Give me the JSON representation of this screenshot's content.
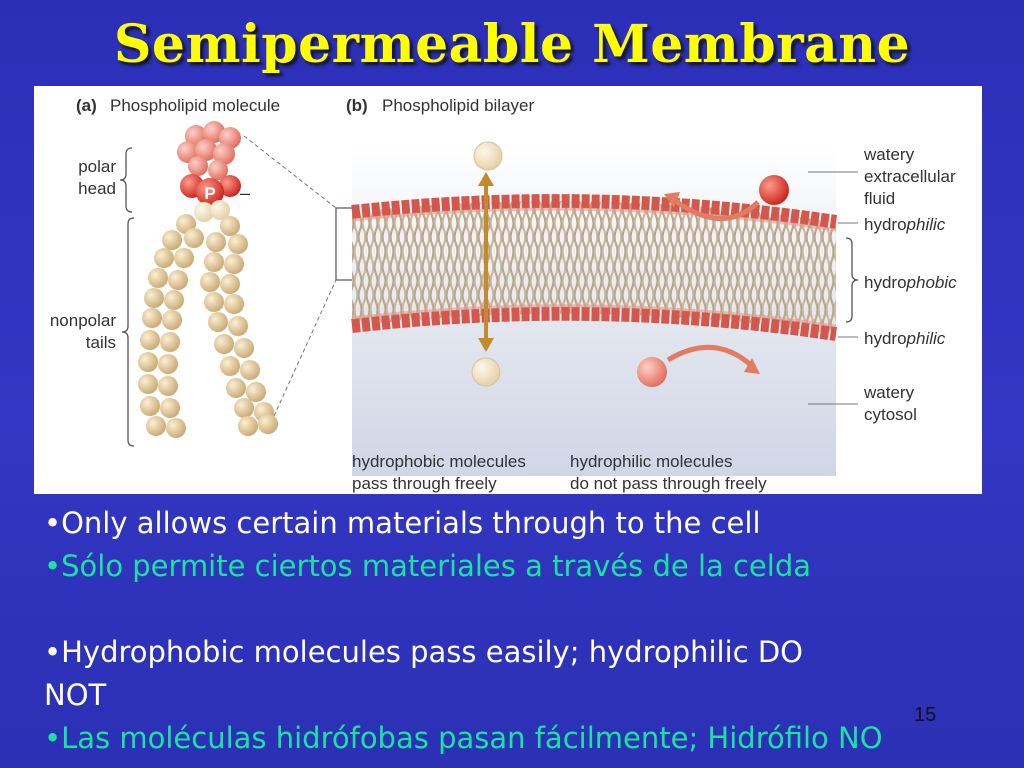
{
  "slide": {
    "title": "Semipermeable Membrane",
    "page_number": "15"
  },
  "figure": {
    "panel_a": {
      "letter": "(a)",
      "caption": "Phospholipid molecule"
    },
    "panel_b": {
      "letter": "(b)",
      "caption": "Phospholipid bilayer"
    },
    "labels": {
      "polar_1": "polar",
      "polar_2": "head",
      "nonpolar_1": "nonpolar",
      "nonpolar_2": "tails",
      "phosphate": "P",
      "charge": "–",
      "watery_1": "watery",
      "watery_2": "extracellular",
      "watery_3": "fluid",
      "hydrophilic_top_a": "hydro",
      "hydrophilic_top_b": "philic",
      "hydrophobic_a": "hydro",
      "hydrophobic_b": "phobic",
      "hydrophilic_bot_a": "hydro",
      "hydrophilic_bot_b": "philic",
      "cytosol_1": "watery",
      "cytosol_2": "cytosol",
      "phobic_caption_1": "hydrophobic molecules",
      "phobic_caption_2": "pass through freely",
      "philic_caption_1": "hydrophilic molecules",
      "philic_caption_2": "do not pass through freely"
    }
  },
  "bullets": {
    "b1_en": "•Only allows certain materials through to the cell",
    "b1_es": "•Sólo permite ciertos materiales a través de la celda",
    "b2_en_1": "•Hydrophobic molecules pass easily; hydrophilic DO",
    "b2_en_2": "NOT",
    "b2_es": "•Las moléculas hidrófobas pasan fácilmente; Hidrófilo NO"
  },
  "colors": {
    "background": "#2f33be",
    "title": "#ffff00",
    "spanish_text": "#19e3a0",
    "english_text": "#ffffff"
  }
}
